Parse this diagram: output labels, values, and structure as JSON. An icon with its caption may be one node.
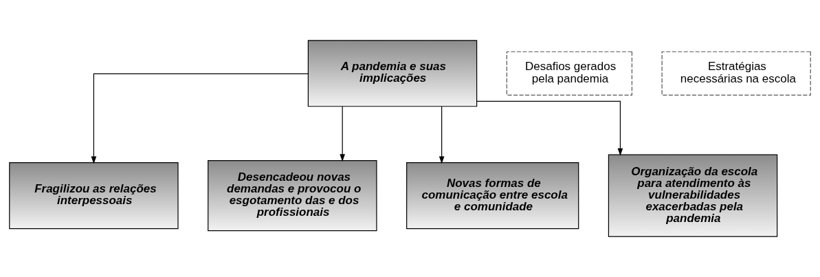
{
  "diagram": {
    "nodes": [
      {
        "text": [
          "A pandemia e suas implicações"
        ]
      },
      {
        "text": [
          "Desafios gerados pela pandemia"
        ]
      },
      {
        "text": [
          "Estratégias necessárias na escola"
        ]
      },
      {
        "text": [
          "Fragilizou as relações interpessoais"
        ]
      },
      {
        "text": [
          "Desencadeou novas demandas e provocou o esgotamento das e dos profissionais"
        ]
      },
      {
        "text": [
          "Novas formas de comunicação entre escola e comunidade"
        ]
      },
      {
        "text": [
          "Organização da escola para atendimento às vulnerabilidades exacerbadas pela pandemia"
        ]
      }
    ],
    "edges": [
      {
        "from": 0,
        "to": 3,
        "arrow": "to"
      },
      {
        "from": 0,
        "to": 4,
        "arrow": "to"
      },
      {
        "from": 0,
        "to": 5,
        "arrow": "to"
      },
      {
        "from": 0,
        "to": 6,
        "arrow": "to"
      }
    ]
  }
}
